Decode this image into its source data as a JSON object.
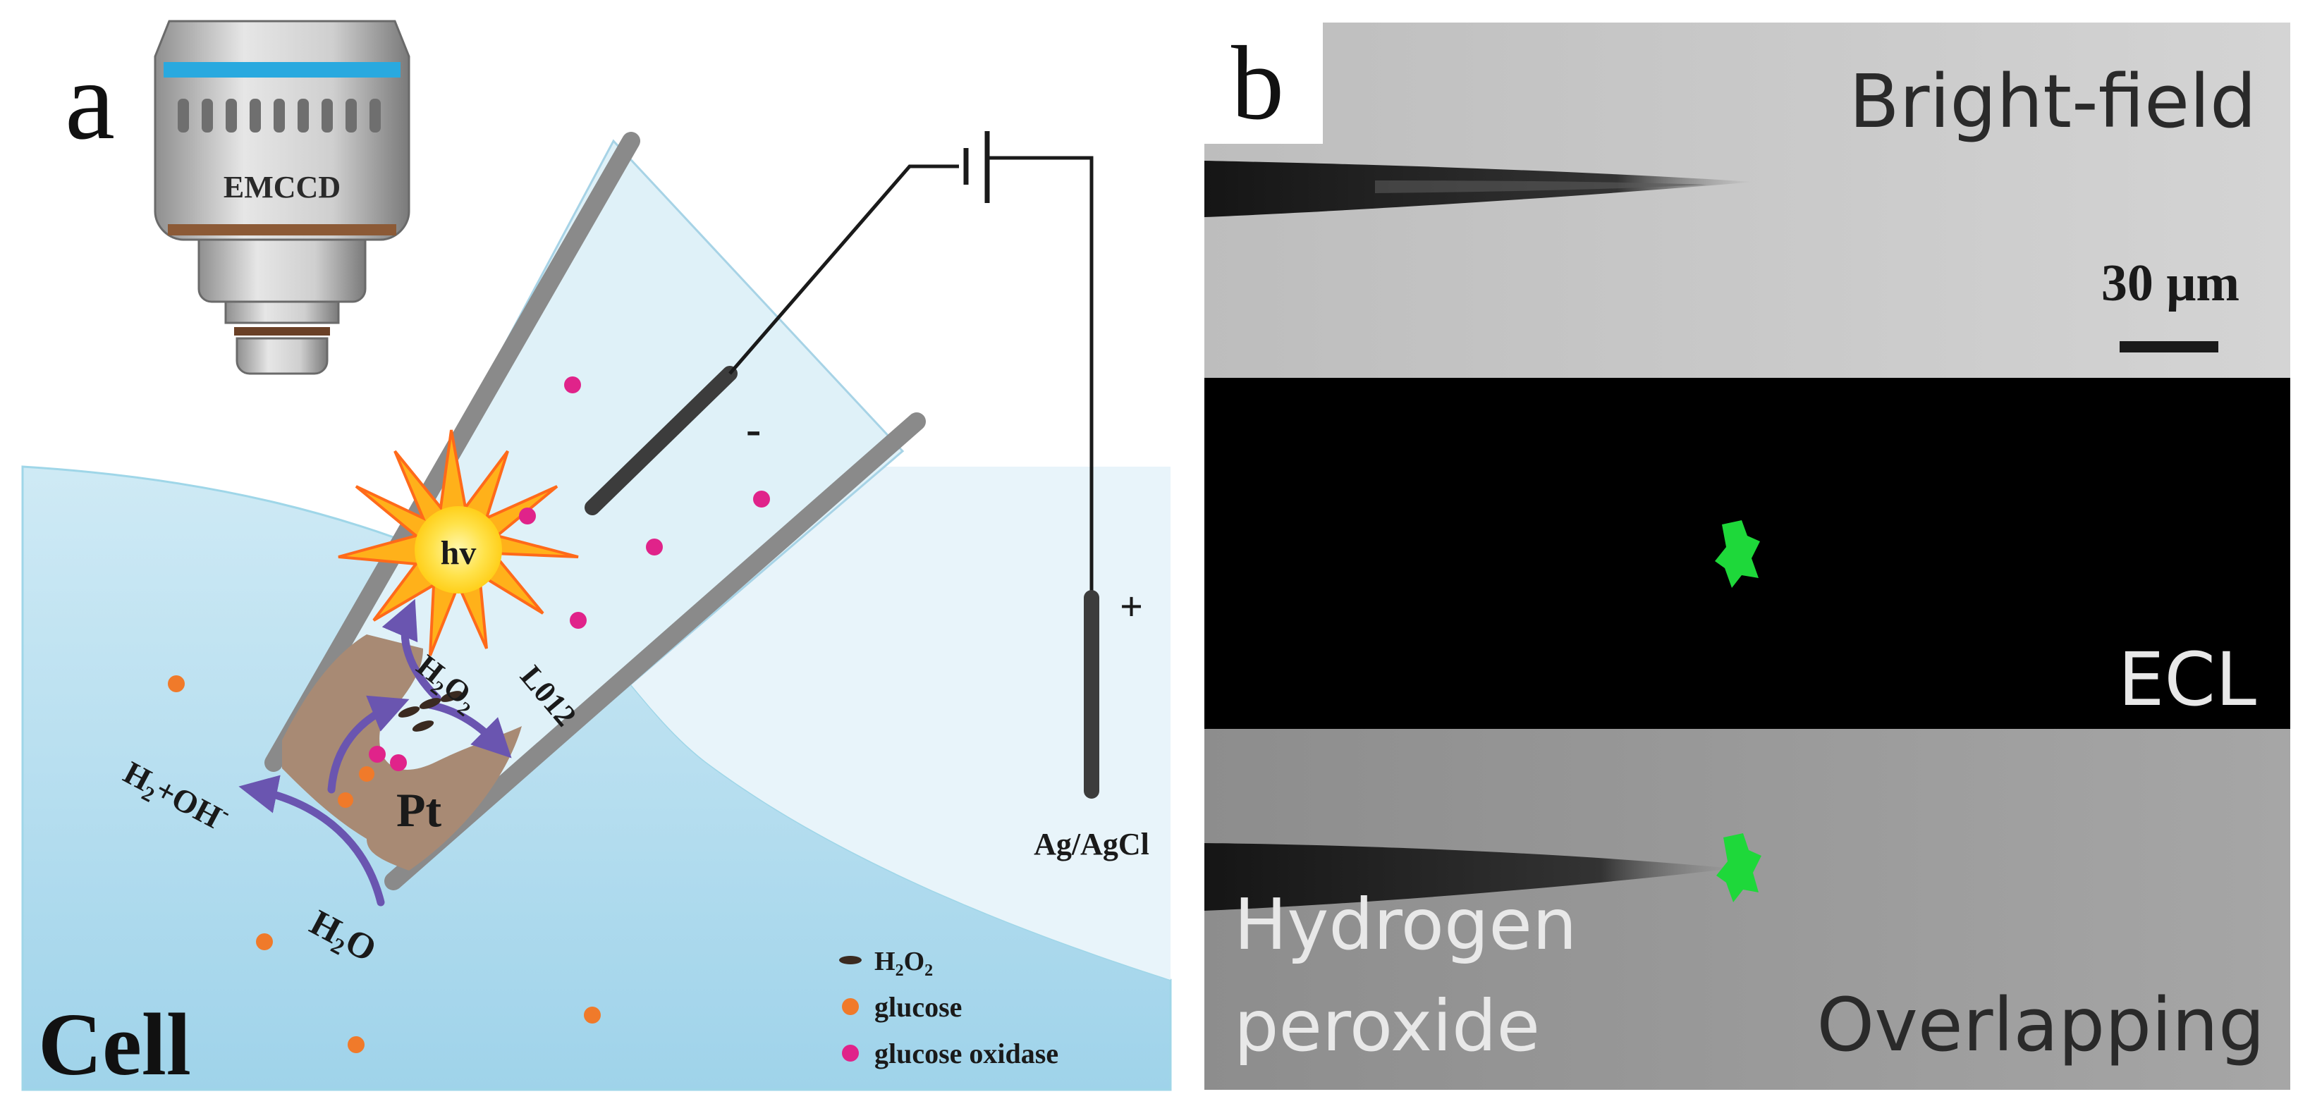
{
  "panel_a": {
    "label": "a",
    "camera_label": "EMCCD",
    "light_symbol": "hv",
    "product_label": "H2O2",
    "product_label_main": "H",
    "product_label_sub1": "2",
    "product_label_mid": "O",
    "product_label_sub2": "2",
    "probe_label": "L012",
    "electrode_label": "Pt",
    "cathode_sign": "-",
    "anode_sign": "+",
    "reference_label": "Ag/AgCl",
    "reaction_product_main": "H",
    "reaction_product_sub": "2",
    "reaction_product_rest": "+OH",
    "reaction_product_sup": "-",
    "water_main": "H",
    "water_sub": "2",
    "water_rest": "O",
    "cell_label": "Cell",
    "legend": [
      {
        "main": "H",
        "sub1": "2",
        "mid": "O",
        "sub2": "2",
        "color": "#3a2a20",
        "shape": "dash"
      },
      {
        "text": "glucose",
        "color": "#f07a2a",
        "shape": "dot"
      },
      {
        "text": "glucose oxidase",
        "color": "#e0238a",
        "shape": "dot"
      }
    ],
    "colors": {
      "cell": "#bfe3f1",
      "pipette_fill": "#dff1f8",
      "pipette_wall": "#8a8a8a",
      "pt_deposit": "#a88a74",
      "arrow": "#6a55b0",
      "glucose": "#f07a2a",
      "glucose_oxidase": "#e0238a"
    }
  },
  "panel_b": {
    "label": "b",
    "top_title": "Bright-field",
    "scale_bar": "30 μm",
    "middle_title": "ECL",
    "bottom_title": "Overlapping",
    "bottom_side_line1": "Hydrogen",
    "bottom_side_line2": "peroxide",
    "colors": {
      "ecl_spot": "#1ed83a",
      "bright_bg": "#c9c9c9",
      "ecl_bg": "#000000",
      "overlap_bg": "#9a9a9a"
    }
  }
}
